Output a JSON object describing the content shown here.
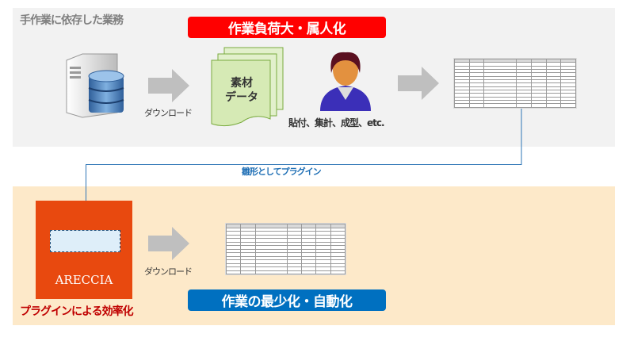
{
  "top_section": {
    "title": "手作業に依存した業務",
    "banner": "作業負荷大・属人化",
    "download_label": "ダウンロード",
    "material_data": [
      "素材",
      "データ"
    ],
    "manual_work_caption": "貼付、集計、成型、etc."
  },
  "connector": {
    "label": "雛形としてプラグイン"
  },
  "bottom_section": {
    "product_name": "ARECCIA",
    "efficiency_label": "プラグインによる効率化",
    "download_label": "ダウンロード",
    "banner": "作業の最少化・自動化"
  },
  "colors": {
    "red_banner": "#ff0000",
    "blue_banner": "#0070c0",
    "areccia": "#e8490f",
    "connector": "#1f6fb5"
  }
}
